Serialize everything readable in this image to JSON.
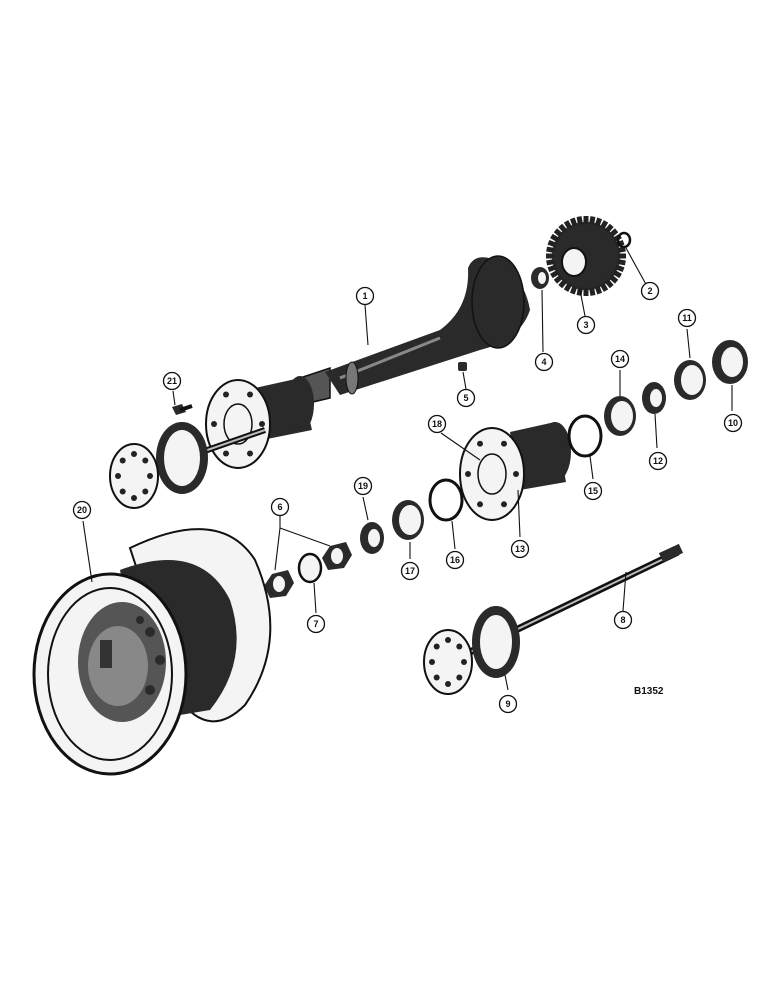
{
  "figure": {
    "reference_code": "B1352",
    "callouts": [
      {
        "id": "c1",
        "label": "1"
      },
      {
        "id": "c2",
        "label": "2"
      },
      {
        "id": "c3",
        "label": "3"
      },
      {
        "id": "c4",
        "label": "4"
      },
      {
        "id": "c5",
        "label": "5"
      },
      {
        "id": "c6",
        "label": "6"
      },
      {
        "id": "c7",
        "label": "7"
      },
      {
        "id": "c8",
        "label": "8"
      },
      {
        "id": "c9",
        "label": "9"
      },
      {
        "id": "c10",
        "label": "10"
      },
      {
        "id": "c11",
        "label": "11"
      },
      {
        "id": "c12",
        "label": "12"
      },
      {
        "id": "c13",
        "label": "13"
      },
      {
        "id": "c14",
        "label": "14"
      },
      {
        "id": "c15",
        "label": "15"
      },
      {
        "id": "c16",
        "label": "16"
      },
      {
        "id": "c17",
        "label": "17"
      },
      {
        "id": "c18",
        "label": "18"
      },
      {
        "id": "c19",
        "label": "19"
      },
      {
        "id": "c20",
        "label": "20"
      },
      {
        "id": "c21",
        "label": "21"
      }
    ]
  }
}
